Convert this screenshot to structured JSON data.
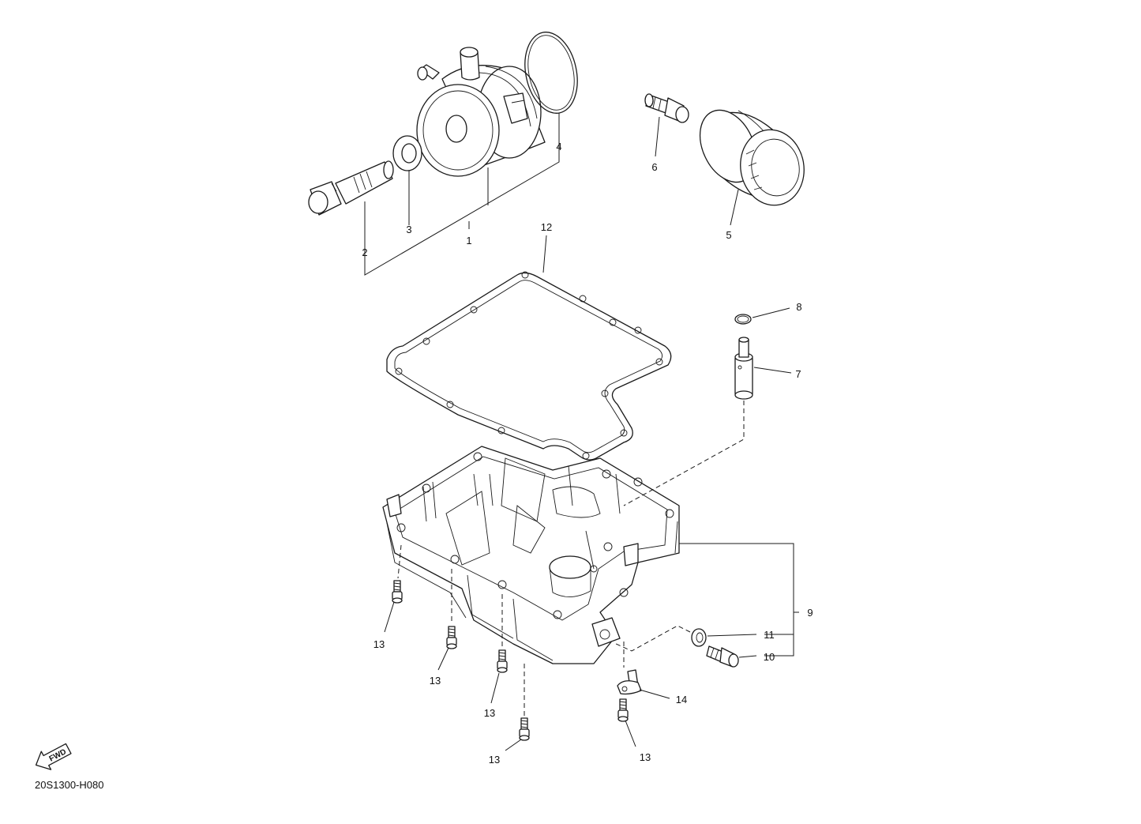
{
  "diagram": {
    "code": "20S1300-H080",
    "fwd_label": "FWD",
    "callouts": {
      "p1": "1",
      "p2": "2",
      "p3": "3",
      "p4": "4",
      "p5": "5",
      "p6": "6",
      "p7": "7",
      "p8": "8",
      "p9": "9",
      "p10": "10",
      "p11": "11",
      "p12": "12",
      "p13": "13",
      "p14": "14"
    }
  }
}
